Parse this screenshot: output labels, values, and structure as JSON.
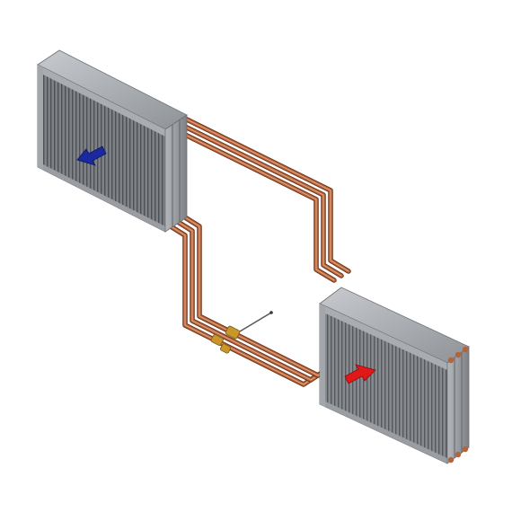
{
  "diagram": {
    "exhaust_coil": {
      "arrow_direction": "outward",
      "arrow_color": "#1a2a9e"
    },
    "supply_coil": {
      "arrow_direction": "inward",
      "arrow_color": "#e01818"
    },
    "piping": {
      "material": "copper",
      "color": "#b5633a",
      "circuit_count": 3
    },
    "valve_assembly": {
      "color": "#c9962a"
    },
    "frame_color": "#8c9096"
  }
}
